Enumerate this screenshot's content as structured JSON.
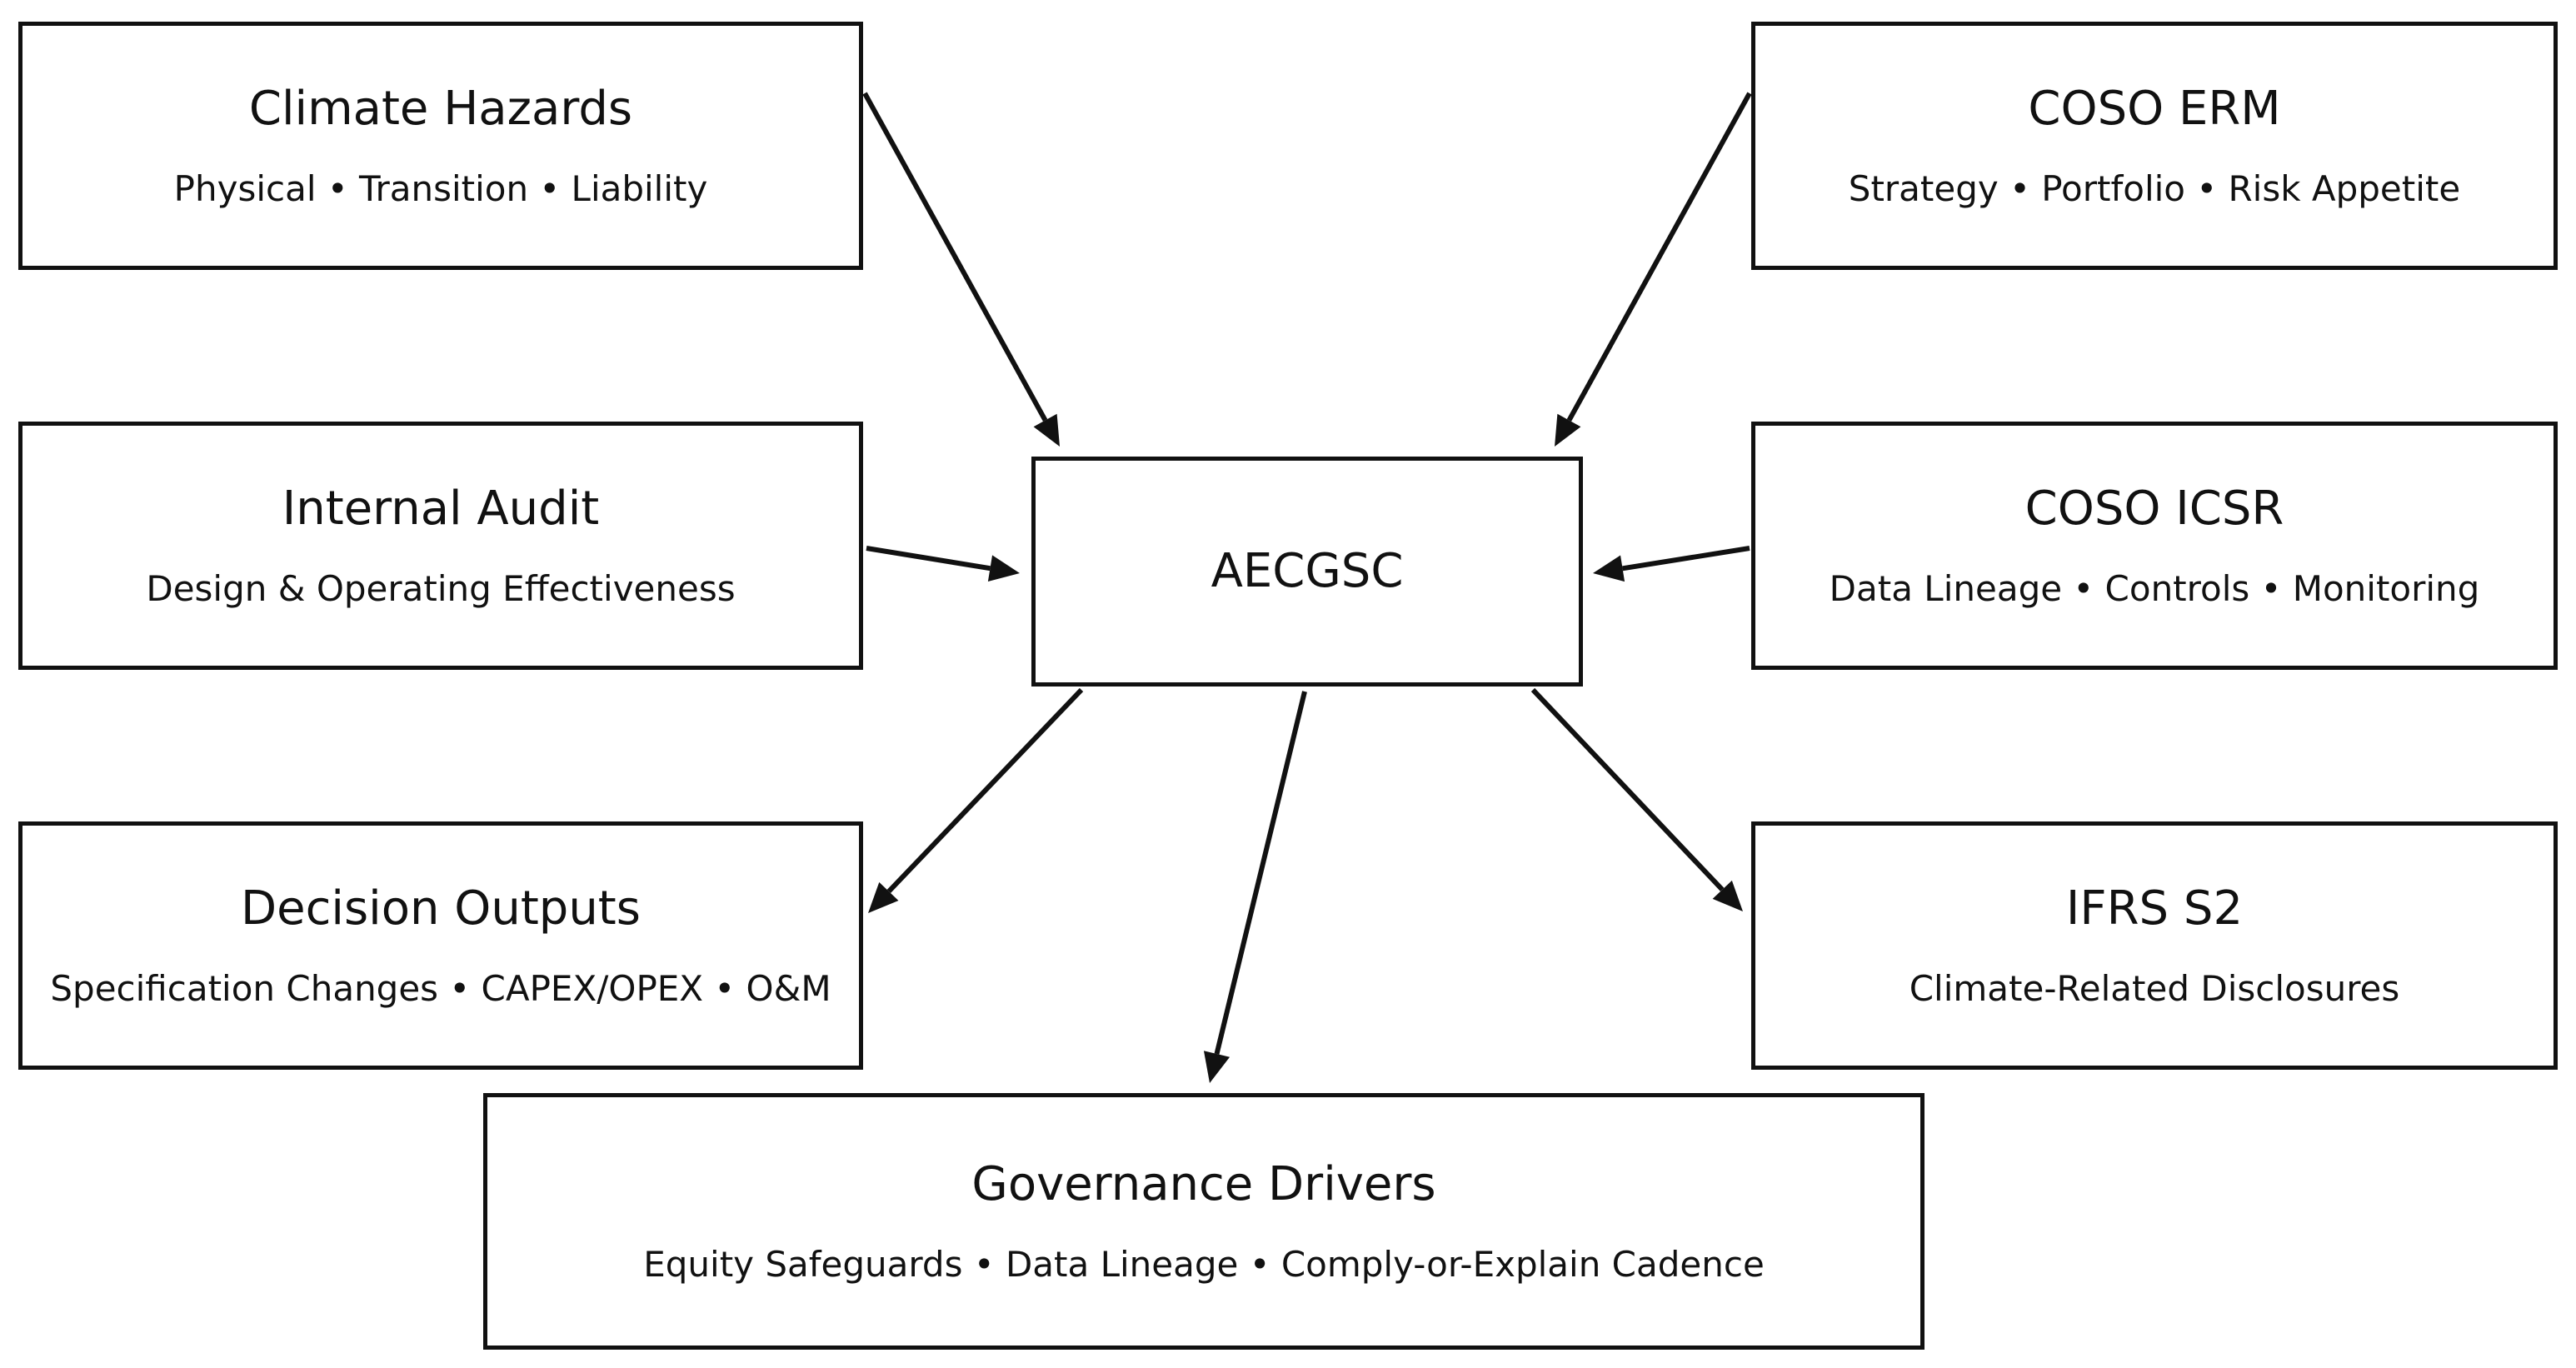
{
  "nodes": {
    "climate_hazards": {
      "title": "Climate Hazards",
      "subtitle": "Physical • Transition • Liability"
    },
    "coso_erm": {
      "title": "COSO ERM",
      "subtitle": "Strategy • Portfolio • Risk Appetite"
    },
    "internal_audit": {
      "title": "Internal Audit",
      "subtitle": "Design & Operating Effectiveness"
    },
    "center": {
      "title": "AECGSC"
    },
    "coso_icsr": {
      "title": "COSO ICSR",
      "subtitle": "Data Lineage • Controls • Monitoring"
    },
    "decision_outputs": {
      "title": "Decision Outputs",
      "subtitle": "Specification Changes • CAPEX/OPEX • O&M"
    },
    "ifrs_s2": {
      "title": "IFRS S2",
      "subtitle": "Climate-Related Disclosures"
    },
    "governance_drivers": {
      "title": "Governance Drivers",
      "subtitle": "Equity Safeguards • Data Lineage • Comply-or-Explain Cadence"
    }
  },
  "edges": [
    {
      "from": "climate_hazards",
      "to": "center"
    },
    {
      "from": "coso_erm",
      "to": "center"
    },
    {
      "from": "internal_audit",
      "to": "center"
    },
    {
      "from": "coso_icsr",
      "to": "center"
    },
    {
      "from": "center",
      "to": "decision_outputs"
    },
    {
      "from": "center",
      "to": "governance_drivers"
    },
    {
      "from": "center",
      "to": "ifrs_s2"
    }
  ],
  "colors": {
    "stroke": "#111111",
    "background": "#ffffff"
  }
}
